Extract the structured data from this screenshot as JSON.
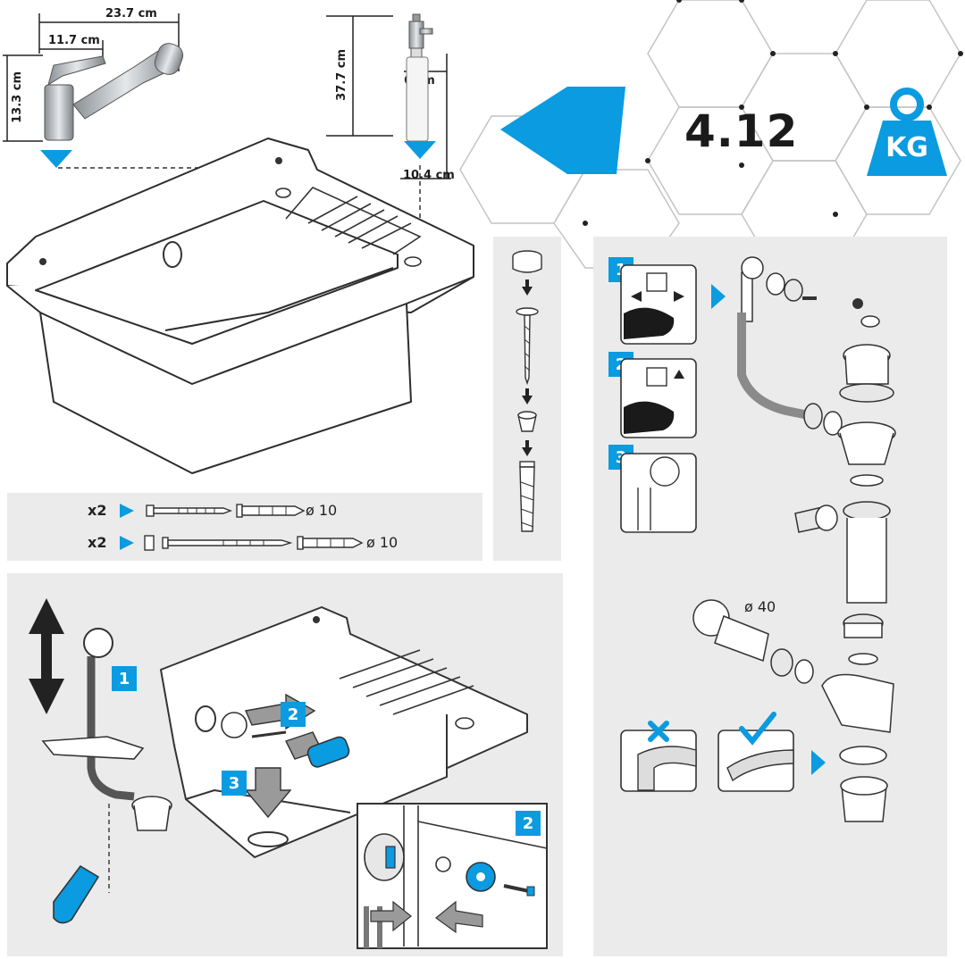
{
  "dimensions": {
    "faucet_width": "23.7 cm",
    "faucet_spout": "11.7 cm",
    "faucet_height": "13.3 cm",
    "dispenser_height": "37.7 cm",
    "dispenser_width": "6 cm",
    "dispenser_depth": "10.4 cm"
  },
  "weight": {
    "value": "4.12",
    "unit": "KG"
  },
  "mounting_hardware": [
    {
      "qty": "x2",
      "diameter": "ø 10"
    },
    {
      "qty": "x2",
      "diameter": "ø 10"
    }
  ],
  "drain_assembly": {
    "pipe_diameter": "ø 40",
    "steps": [
      "1",
      "2",
      "3"
    ]
  },
  "install_steps": [
    "1",
    "2",
    "3"
  ],
  "detail_step": "2",
  "colors": {
    "accent": "#0a9be0",
    "panel": "#ebebeb",
    "line": "#333333"
  }
}
